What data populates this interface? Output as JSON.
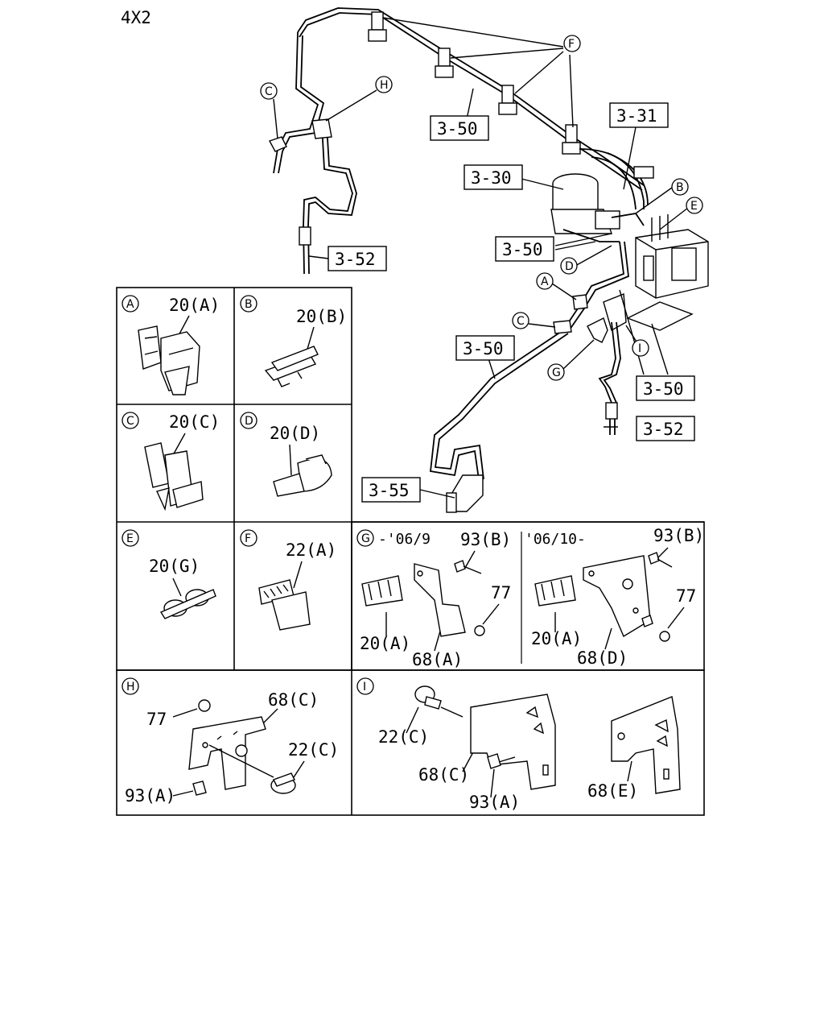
{
  "header": {
    "model": "4X2"
  },
  "refs": {
    "r3_31": "3-31",
    "r3_30": "3-30",
    "r3_50": "3-50",
    "r3_52": "3-52",
    "r3_55": "3-55"
  },
  "circles": {
    "A": "A",
    "B": "B",
    "C": "C",
    "D": "D",
    "E": "E",
    "F": "F",
    "G": "G",
    "H": "H",
    "I": "I"
  },
  "details": {
    "A": {
      "letter": "A",
      "part": "20(A)"
    },
    "B": {
      "letter": "B",
      "part": "20(B)"
    },
    "C": {
      "letter": "C",
      "part": "20(C)"
    },
    "D": {
      "letter": "D",
      "part": "20(D)"
    },
    "E": {
      "letter": "E",
      "part": "20(G)"
    },
    "F": {
      "letter": "F",
      "part": "22(A)"
    },
    "G": {
      "letter": "G",
      "left": {
        "date": "-'06/9",
        "bolt": "93(B)",
        "nut": "77",
        "clip": "20(A)",
        "bracket": "68(A)"
      },
      "right": {
        "date": "'06/10-",
        "bolt": "93(B)",
        "nut": "77",
        "clip": "20(A)",
        "bracket": "68(D)"
      }
    },
    "H": {
      "letter": "H",
      "nut": "77",
      "bracket": "68(C)",
      "clip": "22(C)",
      "bolt": "93(A)"
    },
    "I": {
      "letter": "I",
      "clip": "22(C)",
      "bracket_c": "68(C)",
      "bolt": "93(A)",
      "bracket_e": "68(E)"
    }
  }
}
